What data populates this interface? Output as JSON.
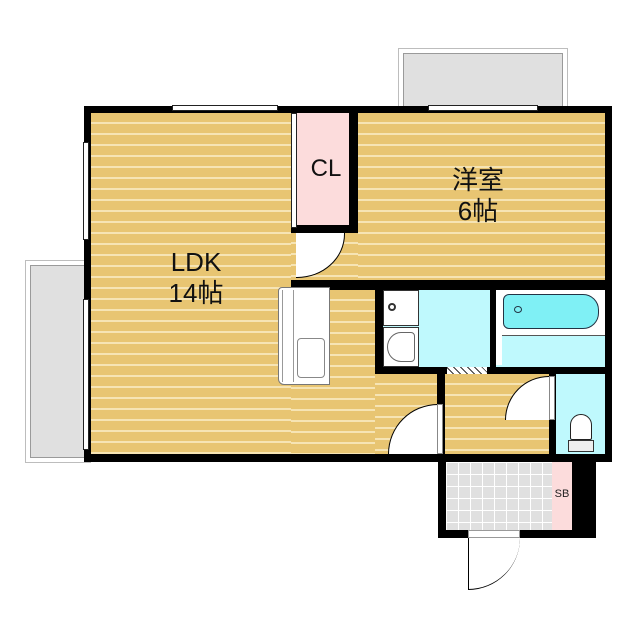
{
  "floor_plan": {
    "rooms": [
      {
        "id": "ldk",
        "name": "LDK",
        "size": "14帖"
      },
      {
        "id": "western",
        "name": "洋室",
        "size": "6帖"
      },
      {
        "id": "closet",
        "name": "CL"
      },
      {
        "id": "shoe_box",
        "name": "SB"
      }
    ],
    "colors": {
      "floor": "#e8c572",
      "floor_stripe": "#f6e4b4",
      "closet": "#fcdcdc",
      "wet_area": "#bff9fd",
      "bathtub": "#7ff0f5",
      "balcony": "#e0e0e0",
      "entry_tile": "#e0e0e0",
      "wall": "#000000"
    }
  }
}
